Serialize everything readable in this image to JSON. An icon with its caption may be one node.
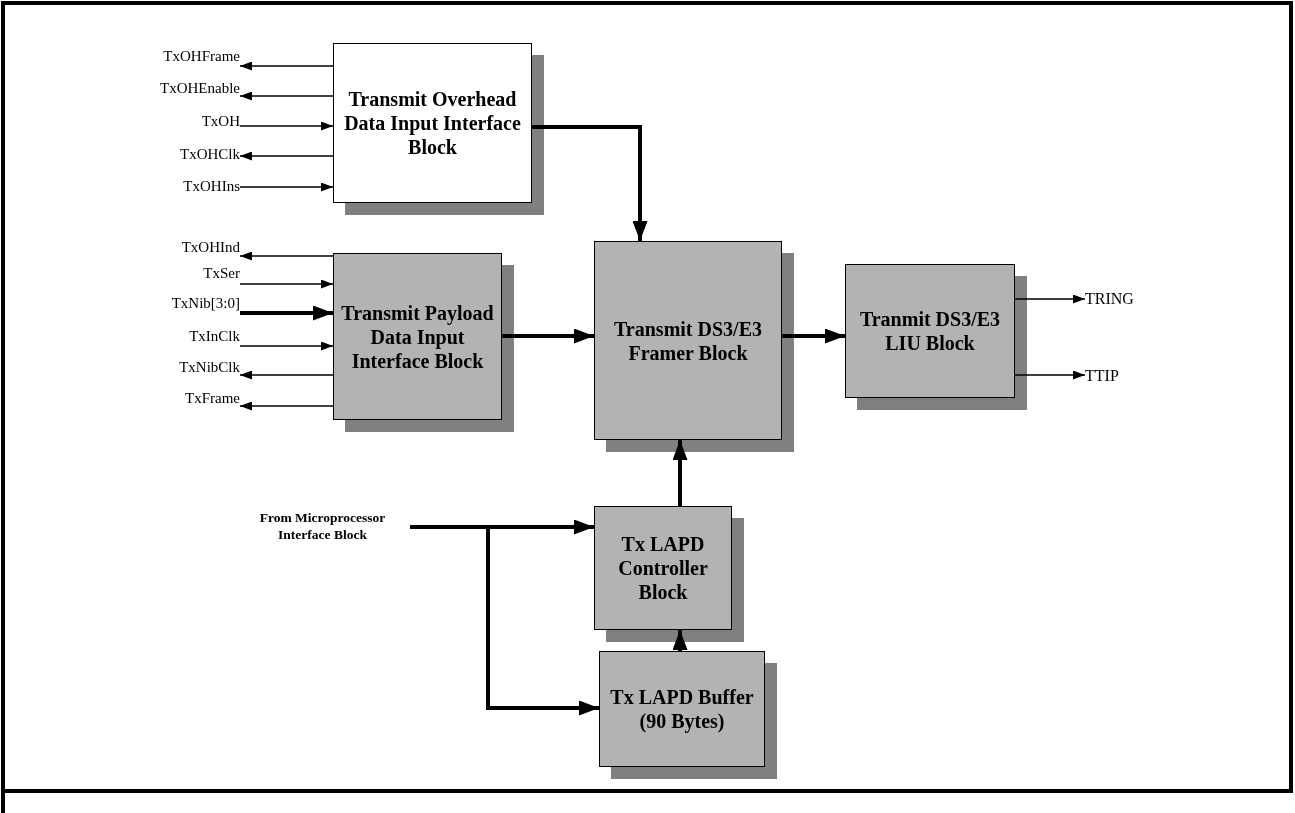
{
  "diagram": {
    "nodes": [
      {
        "text": [
          "Transmit Overhead Data Input Interface Block"
        ]
      },
      {
        "text": [
          "Transmit Payload Data Input Interface Block"
        ]
      },
      {
        "text": [
          "Transmit DS3/E3 Framer Block"
        ]
      },
      {
        "text": [
          "Tranmit DS3/E3 LIU Block"
        ]
      },
      {
        "text": [
          "Tx LAPD Controller Block"
        ]
      },
      {
        "text": [
          "Tx LAPD Buffer (90 Bytes)"
        ]
      },
      {
        "text": [
          "From Microprocessor Interface Block"
        ]
      },
      {
        "text": [
          "TxOHFrame"
        ]
      },
      {
        "text": [
          "TxOHEnable"
        ]
      },
      {
        "text": [
          "TxOH"
        ]
      },
      {
        "text": [
          "TxOHClk"
        ]
      },
      {
        "text": [
          "TxOHIns"
        ]
      },
      {
        "text": [
          "TxOHInd"
        ]
      },
      {
        "text": [
          "TxSer"
        ]
      },
      {
        "text": [
          "TxNib[3:0]"
        ]
      },
      {
        "text": [
          "TxInClk"
        ]
      },
      {
        "text": [
          "TxNibClk"
        ]
      },
      {
        "text": [
          "TxFrame"
        ]
      },
      {
        "text": [
          "TRING"
        ]
      },
      {
        "text": [
          "TTIP"
        ]
      }
    ],
    "edges": [
      {
        "from": 0,
        "to": 2,
        "arrow": "to",
        "style": "thick"
      },
      {
        "from": 1,
        "to": 2,
        "arrow": "to",
        "style": "thick"
      },
      {
        "from": 2,
        "to": 3,
        "arrow": "to",
        "style": "thick"
      },
      {
        "from": 4,
        "to": 2,
        "arrow": "to",
        "style": "thick"
      },
      {
        "from": 5,
        "to": 4,
        "arrow": "to",
        "style": "thick"
      },
      {
        "from": 6,
        "to": 4,
        "arrow": "to",
        "style": "thick"
      },
      {
        "from": 6,
        "to": 5,
        "arrow": "to",
        "style": "thick"
      },
      {
        "from": 0,
        "to": 7,
        "arrow": "to"
      },
      {
        "from": 0,
        "to": 8,
        "arrow": "to"
      },
      {
        "from": 9,
        "to": 0,
        "arrow": "to"
      },
      {
        "from": 0,
        "to": 10,
        "arrow": "to"
      },
      {
        "from": 11,
        "to": 0,
        "arrow": "to"
      },
      {
        "from": 1,
        "to": 12,
        "arrow": "to"
      },
      {
        "from": 13,
        "to": 1,
        "arrow": "to"
      },
      {
        "from": 14,
        "to": 1,
        "arrow": "to",
        "style": "thick"
      },
      {
        "from": 15,
        "to": 1,
        "arrow": "to"
      },
      {
        "from": 1,
        "to": 16,
        "arrow": "to"
      },
      {
        "from": 1,
        "to": 17,
        "arrow": "to"
      },
      {
        "from": 3,
        "to": 18,
        "arrow": "to"
      },
      {
        "from": 3,
        "to": 19,
        "arrow": "to"
      }
    ]
  }
}
